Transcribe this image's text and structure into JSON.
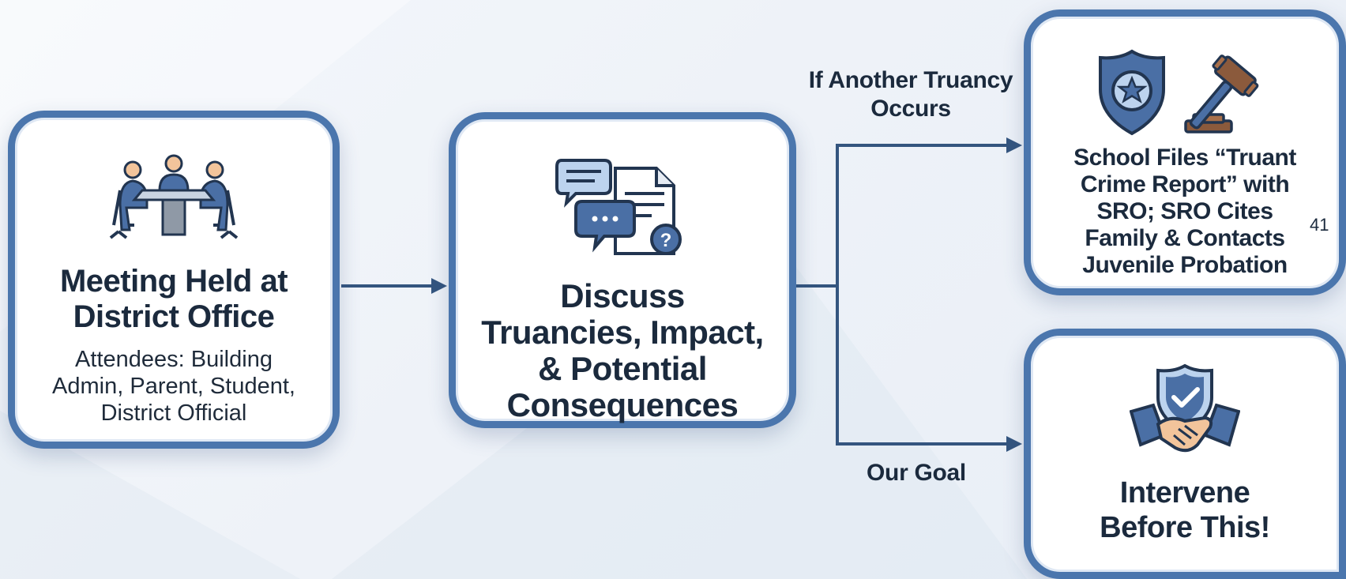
{
  "nodes": {
    "meeting": {
      "title": "Meeting Held at District Office",
      "subtitle": "Attendees: Building Admin, Parent, Student, District Official",
      "icon": "meeting-table-icon"
    },
    "discuss": {
      "title": "Discuss Truancies, Impact, & Potential Consequences",
      "icon": "chat-document-icon"
    },
    "report": {
      "title": "School Files “Truant Crime Report” with SRO; SRO Cites Family & Contacts Juvenile Probation",
      "icons": [
        "police-badge-icon",
        "gavel-icon"
      ]
    },
    "goal": {
      "title": "Intervene Before This!",
      "icon": "shield-handshake-icon"
    }
  },
  "branches": {
    "upper_label": "If Another Truancy Occurs",
    "lower_label": "Our Goal"
  },
  "page_number": "41",
  "colors": {
    "card_border": "#4b76ad",
    "connector": "#34557f",
    "text": "#1b2a3d",
    "icon_blue": "#4a6fa5",
    "icon_dark": "#223550",
    "gavel_brown": "#8b5a3c",
    "skin": "#f2c49b"
  }
}
